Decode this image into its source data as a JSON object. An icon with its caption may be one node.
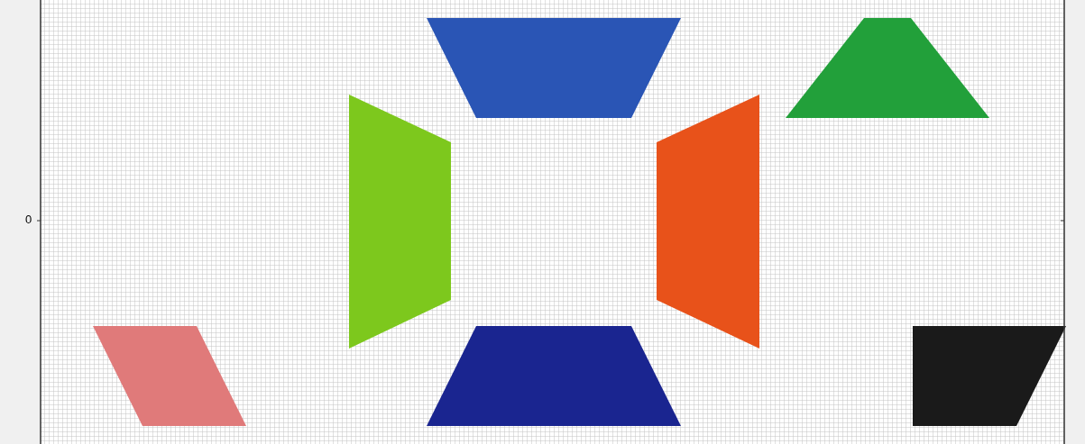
{
  "diagram": {
    "nodes": [
      {
        "text": [],
        "shape": "trapezoid"
      },
      {
        "text": [],
        "shape": "trapezoid"
      },
      {
        "text": [],
        "shape": "trapezoid"
      },
      {
        "text": [],
        "shape": "trapezoid"
      },
      {
        "text": [],
        "shape": "parallelogram"
      },
      {
        "text": [],
        "shape": "trapezoid"
      },
      {
        "text": [],
        "shape": "trapezoid"
      }
    ],
    "labels": [
      "0"
    ]
  }
}
